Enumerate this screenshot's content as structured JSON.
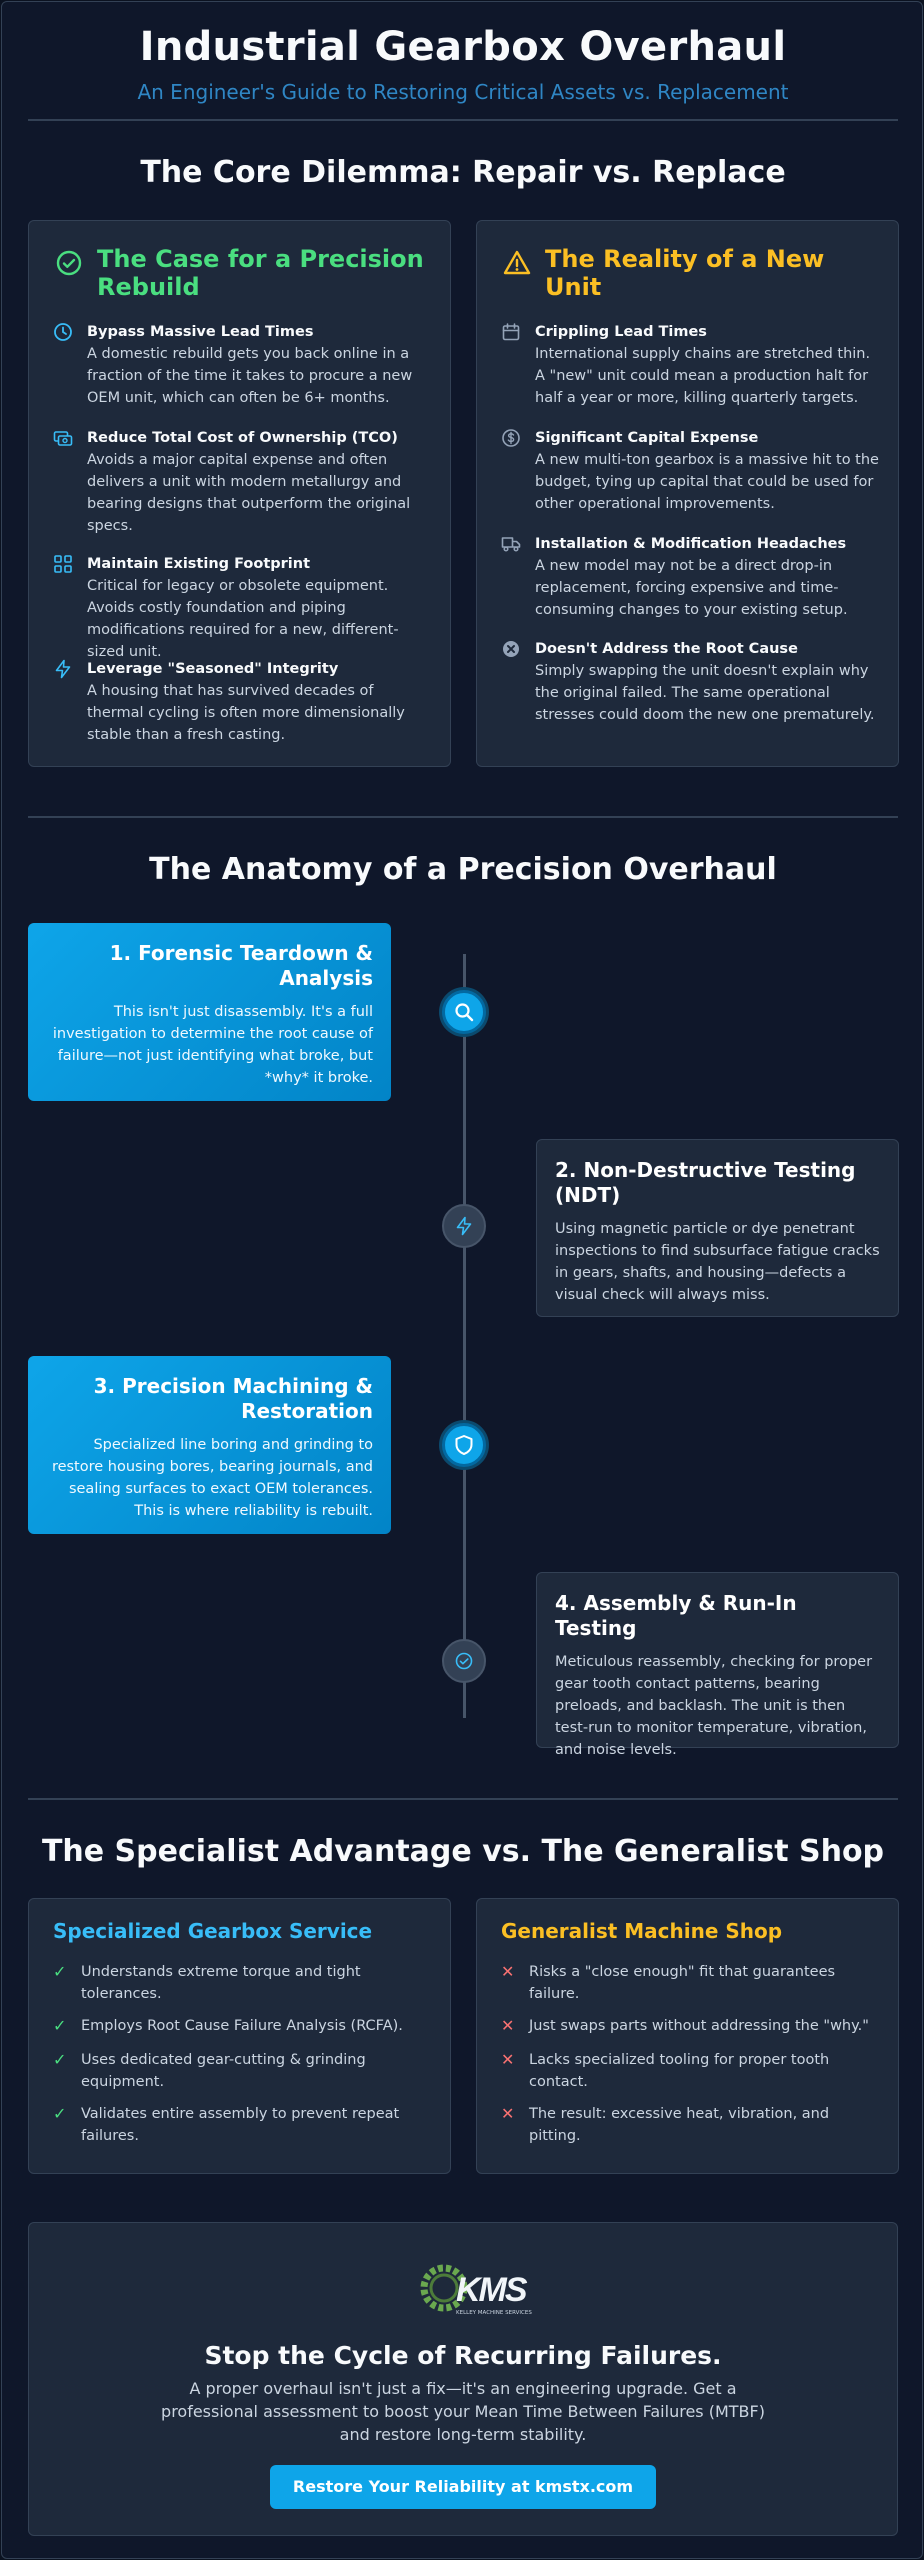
{
  "header": {
    "title": "Industrial Gearbox Overhaul",
    "subtitle": "An Engineer's Guide to Restoring Critical Assets vs. Replacement"
  },
  "dilemma": {
    "title": "The Core Dilemma: Repair vs. Replace",
    "rebuild": {
      "title": "The Case for a Precision Rebuild",
      "accent": "#4ade80",
      "items": [
        {
          "icon": "clock-icon",
          "title": "Bypass Massive Lead Times",
          "text": "A domestic rebuild gets you back online in a fraction of the time it takes to procure a new OEM unit, which can often be 6+ months."
        },
        {
          "icon": "money-icon",
          "title": "Reduce Total Cost of Ownership (TCO)",
          "text": "Avoids a major capital expense and often delivers a unit with modern metallurgy and bearing designs that outperform the original specs."
        },
        {
          "icon": "grid-icon",
          "title": "Maintain Existing Footprint",
          "text": "Critical for legacy or obsolete equipment. Avoids costly foundation and piping modifications required for a new, different-sized unit."
        },
        {
          "icon": "bolt-icon",
          "title": "Leverage \"Seasoned\" Integrity",
          "text": "A housing that has survived decades of thermal cycling is often more dimensionally stable than a fresh casting."
        }
      ]
    },
    "replace": {
      "title": "The Reality of a New Unit",
      "accent": "#fbbf24",
      "items": [
        {
          "icon": "calendar-icon",
          "title": "Crippling Lead Times",
          "text": "International supply chains are stretched thin. A \"new\" unit could mean a production halt for half a year or more, killing quarterly targets."
        },
        {
          "icon": "dollar-coin-icon",
          "title": "Significant Capital Expense",
          "text": "A new multi-ton gearbox is a massive hit to the budget, tying up capital that could be used for other operational improvements."
        },
        {
          "icon": "truck-icon",
          "title": "Installation & Modification Headaches",
          "text": "A new model may not be a direct drop-in replacement, forcing expensive and time-consuming changes to your existing setup."
        },
        {
          "icon": "x-circle-icon",
          "title": "Doesn't Address the Root Cause",
          "text": "Simply swapping the unit doesn't explain why the original failed. The same operational stresses could doom the new one prematurely."
        }
      ]
    }
  },
  "anatomy": {
    "title": "The Anatomy of a Precision Overhaul",
    "steps": [
      {
        "title": "1. Forensic Teardown & Analysis",
        "text": "This isn't just disassembly. It's a full investigation to determine the root cause of failure—not just identifying what broke, but *why* it broke.",
        "icon": "search-icon"
      },
      {
        "title": "2. Non-Destructive Testing (NDT)",
        "text": "Using magnetic particle or dye penetrant inspections to find subsurface fatigue cracks in gears, shafts, and housing—defects a visual check will always miss.",
        "icon": "bolt-icon"
      },
      {
        "title": "3. Precision Machining & Restoration",
        "text": "Specialized line boring and grinding to restore housing bores, bearing journals, and sealing surfaces to exact OEM tolerances. This is where reliability is rebuilt.",
        "icon": "shield-icon"
      },
      {
        "title": "4. Assembly & Run-In Testing",
        "text": "Meticulous reassembly, checking for proper gear tooth contact patterns, bearing preloads, and backlash. The unit is then test-run to monitor temperature, vibration, and noise levels.",
        "icon": "check-circle-icon"
      }
    ]
  },
  "advantage": {
    "title": "The Specialist Advantage vs. The Generalist Shop",
    "specialist": {
      "title": "Specialized Gearbox Service",
      "accent": "#38bdf8",
      "items": [
        "Understands extreme torque and tight tolerances.",
        "Employs Root Cause Failure Analysis (RCFA).",
        "Uses dedicated gear-cutting & grinding equipment.",
        "Validates entire assembly to prevent repeat failures."
      ]
    },
    "generalist": {
      "title": "Generalist Machine Shop",
      "accent": "#fbbf24",
      "items": [
        "Risks a \"close enough\" fit that guarantees failure.",
        "Just swaps parts without addressing the \"why.\"",
        "Lacks specialized tooling for proper tooth contact.",
        "The result: excessive heat, vibration, and pitting."
      ]
    }
  },
  "cta": {
    "logo_text": "KMS",
    "logo_subtext": "KELLEY MACHINE SERVICES",
    "title": "Stop the Cycle of Recurring Failures.",
    "text": "A proper overhaul isn't just a fix—it's an engineering upgrade. Get a professional assessment to boost your Mean Time Between Failures (MTBF) and restore long-term stability.",
    "button": "Restore Your Reliability at kmstx.com"
  }
}
